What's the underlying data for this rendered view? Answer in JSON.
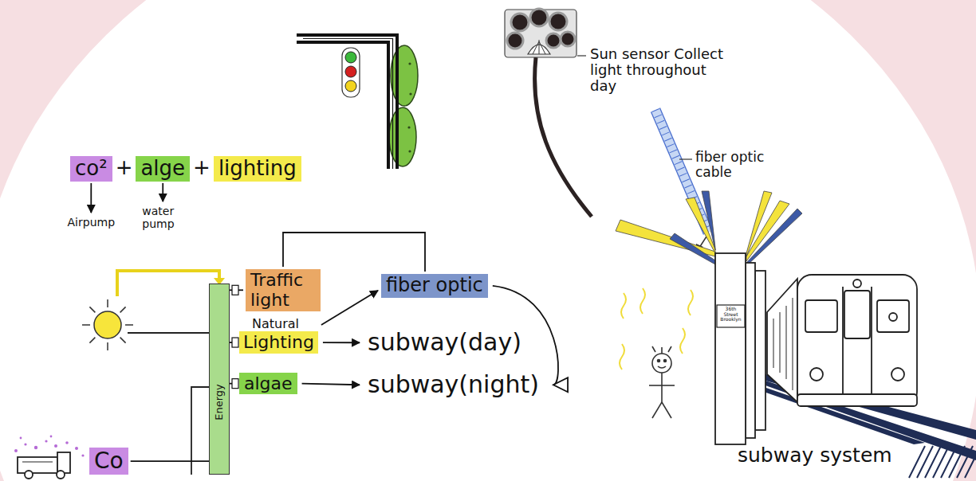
{
  "diagram": {
    "nodes": [
      {
        "text": [
          "co²"
        ]
      },
      {
        "text": [
          "alge"
        ]
      },
      {
        "text": [
          "lighting"
        ]
      },
      {
        "text": [
          "Airpump"
        ]
      },
      {
        "text": [
          "water pump"
        ]
      },
      {
        "text": [
          "Energy"
        ]
      },
      {
        "text": [
          "Traffic light"
        ]
      },
      {
        "text": [
          "Natural",
          "Lighting"
        ]
      },
      {
        "text": [
          "algae"
        ]
      },
      {
        "text": [
          "fiber optic"
        ]
      },
      {
        "text": [
          "subway(day)"
        ]
      },
      {
        "text": [
          "subway(night)"
        ]
      },
      {
        "text": [
          "Co"
        ]
      }
    ],
    "edges": [
      {
        "from": 0,
        "to": 3,
        "arrow": "to"
      },
      {
        "from": 1,
        "to": 4,
        "arrow": "to"
      },
      {
        "from": 6,
        "to": 9,
        "arrow": "none"
      },
      {
        "from": 7,
        "to": 9,
        "arrow": "to"
      },
      {
        "from": 7,
        "to": 10,
        "arrow": "to"
      },
      {
        "from": 8,
        "to": 11,
        "arrow": "to"
      },
      {
        "from": 9,
        "to": 11,
        "arrow": "to"
      },
      {
        "from": 12,
        "to": 5,
        "arrow": "none"
      },
      {
        "from": 5,
        "to": 6,
        "arrow": "none"
      },
      {
        "from": 5,
        "to": 7,
        "arrow": "none"
      },
      {
        "from": 5,
        "to": 8,
        "arrow": "none"
      }
    ],
    "labels": [
      "+",
      "+",
      "Sun sensor Collect light throughout day",
      "fiber optic cable",
      "36th Street Brooklyn",
      "subway system"
    ]
  }
}
